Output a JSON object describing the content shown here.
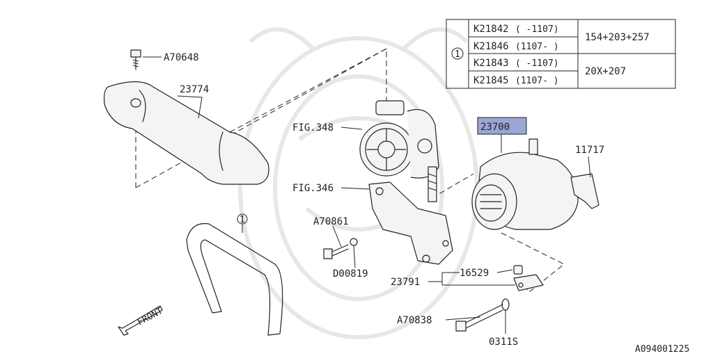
{
  "parts": {
    "a70648": "A70648",
    "p23774": "23774",
    "fig348": "FIG.348",
    "fig346": "FIG.346",
    "p23700": "23700",
    "p11717": "11717",
    "a70861": "A70861",
    "d00819": "D00819",
    "p23791": "23791",
    "p16529": "16529",
    "a70838": "A70838",
    "p0311s": "0311S",
    "ref1": "1"
  },
  "table": {
    "ref": "1",
    "rows": [
      {
        "code": "K21842",
        "range": "( -1107)"
      },
      {
        "code": "K21846",
        "range": "(1107- )"
      },
      {
        "code": "K21843",
        "range": "( -1107)"
      },
      {
        "code": "K21845",
        "range": "(1107- )"
      }
    ],
    "groups": [
      {
        "size": "154+203+257"
      },
      {
        "size": "20X+207"
      }
    ]
  },
  "front_label": "FRONT",
  "diagram_id": "A094001225",
  "highlight_color": "#9aa6d6"
}
